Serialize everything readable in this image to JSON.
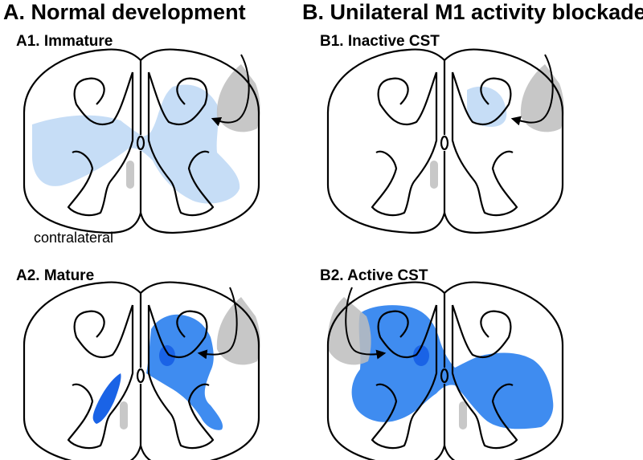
{
  "panels": {
    "a": {
      "title": "A. Normal development"
    },
    "b": {
      "title": "B. Unilateral M1 activity blockade"
    },
    "a1": {
      "label": "A1. Immature"
    },
    "a2": {
      "label": "A2. Mature"
    },
    "b1": {
      "label": "B1. Inactive CST"
    },
    "b2": {
      "label": "B2. Active CST"
    }
  },
  "annotations": {
    "contralateral": "contralateral"
  },
  "colors": {
    "immature_projection": "#c6ddf6",
    "mature_projection": "#3f8cf0",
    "dense_projection": "#1a63e6",
    "dorsal_cst": "#bdbdbd",
    "ventral_cst": "#c8c8c8",
    "outline": "#000000"
  },
  "icons": {
    "axon_arrow": "curved-arrow-icon"
  }
}
